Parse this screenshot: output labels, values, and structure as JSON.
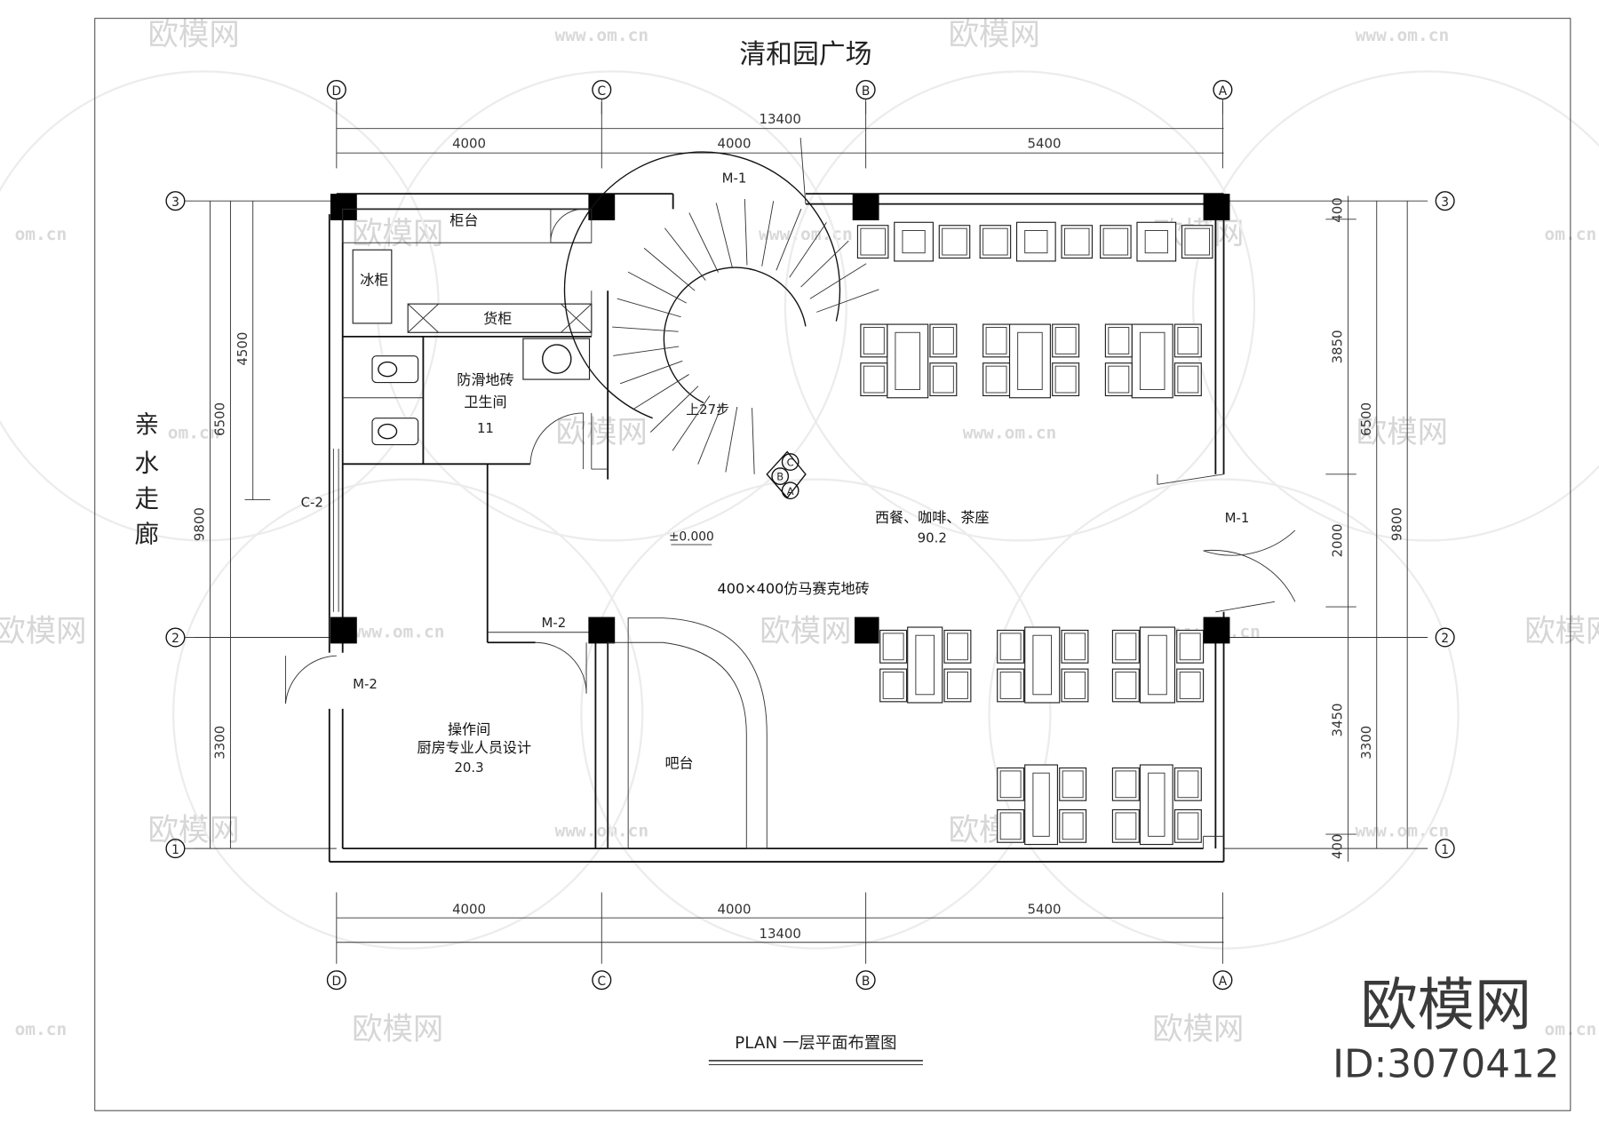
{
  "title_top": "清和园广场",
  "title_left": [
    "亲",
    "水",
    "走",
    "廊"
  ],
  "plan_label": "PLAN   一层平面布置图",
  "brand": "欧模网",
  "brand_id": "ID:3070412",
  "watermark_url": "www.om.cn",
  "watermark_short": "om.cn",
  "grid_columns": [
    "D",
    "C",
    "B",
    "A"
  ],
  "grid_rows": [
    "3",
    "2",
    "1"
  ],
  "dims": {
    "top_total": "13400",
    "top_segments": [
      "4000",
      "4000",
      "5400"
    ],
    "bottom_segments": [
      "4000",
      "4000",
      "5400"
    ],
    "bottom_total": "13400",
    "left_total": "9800",
    "left_upper": "6500",
    "left_inner": "4500",
    "left_lower": "3300",
    "right_total": "9800",
    "right_upper": "6500",
    "right_lower": "3300",
    "right_segments": [
      "400",
      "3850",
      "2000",
      "3450",
      "400"
    ]
  },
  "labels": {
    "counter": "柜台",
    "fridge": "冰柜",
    "shelf": "货柜",
    "restroom_line1": "防滑地砖",
    "restroom_line2": "卫生间",
    "restroom_area": "11",
    "stairs": "上27步",
    "m1_top": "M-1",
    "m1_right": "M-1",
    "m2_mid": "M-2",
    "m2_left": "M-2",
    "c2": "C-2",
    "level": "±0.000",
    "dining_name": "西餐、咖啡、茶座",
    "dining_area": "90.2",
    "floor_tile": "400×400仿马赛克地砖",
    "kitchen_line1": "操作间",
    "kitchen_line2": "厨房专业人员设计",
    "kitchen_area": "20.3",
    "bar": "吧台",
    "compass": [
      "C",
      "B",
      "A"
    ]
  }
}
